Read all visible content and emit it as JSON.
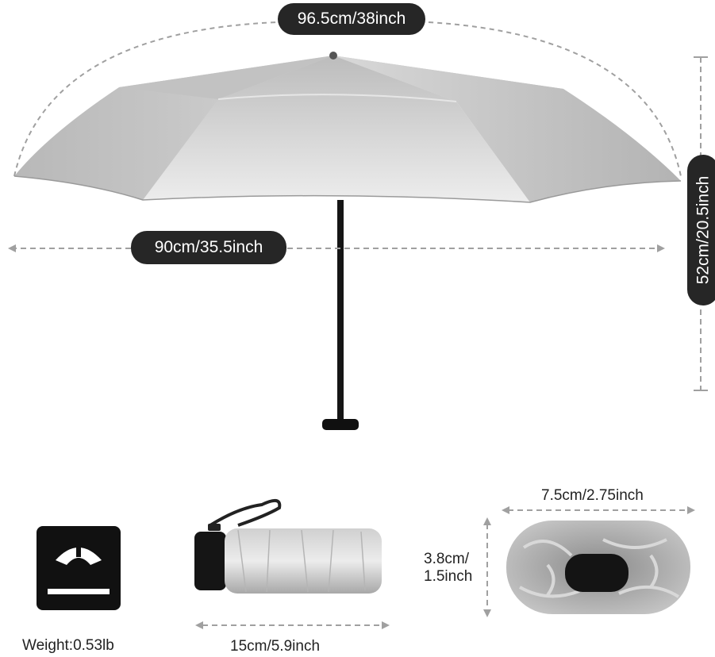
{
  "dimensions": {
    "arc_span": "96.5cm/38inch",
    "open_width": "90cm/35.5inch",
    "height": "52cm/20.5inch",
    "folded_length": "15cm/5.9inch",
    "folded_diameter": "7.5cm/2.75inch",
    "folded_thickness_line1": "3.8cm/",
    "folded_thickness_line2": "1.5inch"
  },
  "weight_label": "Weight:0.53lb",
  "icons": {
    "scale": "weight-scale-icon"
  },
  "colors": {
    "pill": "#262626",
    "canopy": "#c9c9c9",
    "dashed_line": "#a0a0a0"
  }
}
